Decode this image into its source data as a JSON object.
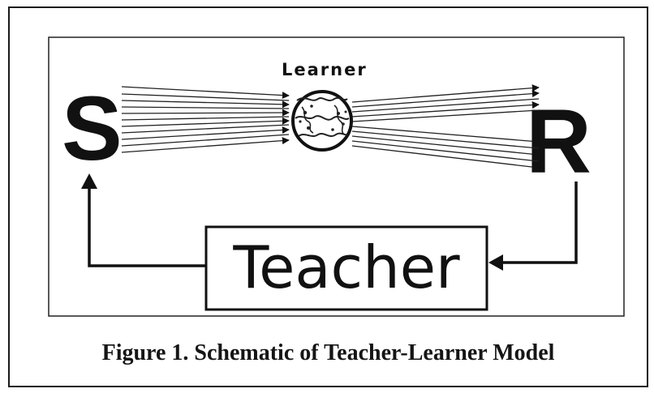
{
  "diagram": {
    "stimulus_label": "S",
    "response_label": "R",
    "learner_label": "Learner",
    "teacher_label": "Teacher"
  },
  "caption": "Figure 1. Schematic of Teacher-Learner Model"
}
